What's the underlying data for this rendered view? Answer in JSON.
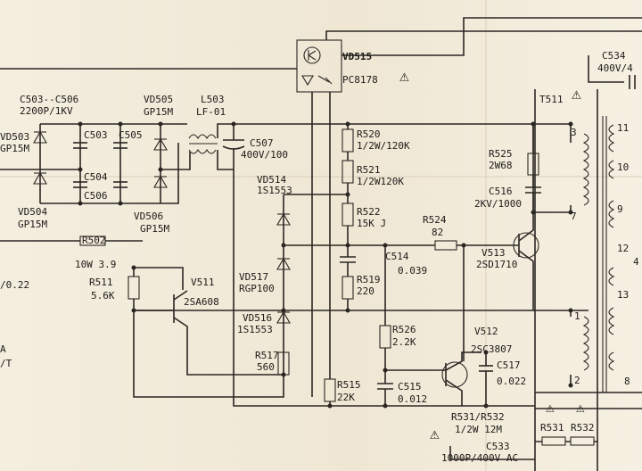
{
  "labels": {
    "vd515": "VD515",
    "pc8178": "PC8178",
    "c534": "C534",
    "c534_val": "400V/4",
    "c503_c506": "C503--C506",
    "cap_2200": "2200P/1KV",
    "vd505": "VD505",
    "gp15m_1": "GP15M",
    "l503": "L503",
    "lf01": "LF-01",
    "vd503": "VD503",
    "gp15m_2": "GP15M",
    "c503": "C503",
    "c505": "C505",
    "c507": "C507",
    "c507_val": "400V/100",
    "c504": "C504",
    "c506": "C506",
    "vd504": "VD504",
    "gp15m_3": "GP15M",
    "vd506": "VD506",
    "gp15m_4": "GP15M",
    "r502": "R502",
    "r502_val": "10W 3.9",
    "r520": "R520",
    "r520_val": "1/2W/120K",
    "r521": "R521",
    "r521_val": "1/2W120K",
    "vd514": "VD514",
    "vd514_type": "1S1553",
    "r522": "R522",
    "r522_val": "15K J",
    "r524": "R524",
    "r524_val": "82",
    "t511": "T511",
    "r525": "R525",
    "r525_val": "2W68",
    "c516": "C516",
    "c516_val": "2KV/1000",
    "c514": "C514",
    "c514_val": "0.039",
    "v513": "V513",
    "v513_type": "2SD1710",
    "vd517": "VD517",
    "vd517_type": "RGP100",
    "r519": "R519",
    "r519_val": "220",
    "r511": "R511",
    "r511_val": "5.6K",
    "v511": "V511",
    "v511_type": "2SA608",
    "left_022": "/0.22",
    "left_a": "A",
    "left_vt": "/T",
    "vd516": "VD516",
    "vd516_type": "1S1553",
    "r526": "R526",
    "r526_val": "2.2K",
    "v512": "V512",
    "v512_type": "2SC3807",
    "c517": "C517",
    "c517_val": "0.022",
    "r517": "R517",
    "r517_val": "560",
    "r515": "R515",
    "r515_val": "22K",
    "c515": "C515",
    "c515_val": "0.012",
    "r531_r532": "R531/R532",
    "r531_r532_val": "1/2W 12M",
    "c533": "C533",
    "c533_val": "1000P/400V AC",
    "r531": "R531",
    "r532": "R532",
    "pin1": "1",
    "pin2": "2",
    "pin3": "3",
    "pin4": "4",
    "pin7": "7",
    "pin8": "8",
    "pin9": "9",
    "pin10": "10",
    "pin11": "11",
    "pin12": "12",
    "pin13": "13"
  },
  "warning_symbol": "⚠",
  "colors": {
    "ink": "#2a2622",
    "paper": "#f2ebdb"
  }
}
